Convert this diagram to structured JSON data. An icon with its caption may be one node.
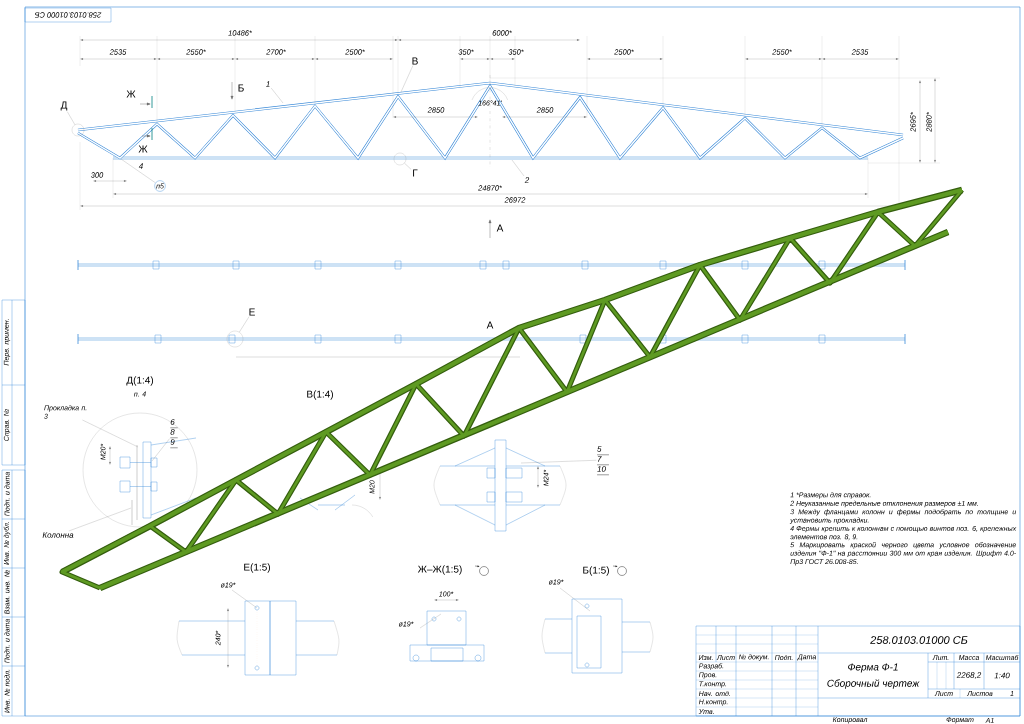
{
  "diagram": {
    "title": "Ферма Ф-1",
    "nodes": [
      {
        "text": [
          "Д"
        ]
      },
      {
        "text": [
          "В"
        ]
      },
      {
        "text": [
          "Г"
        ]
      },
      {
        "text": [
          "1"
        ]
      },
      {
        "text": [
          "2"
        ]
      },
      {
        "text": [
          "п5"
        ]
      },
      {
        "text": [
          "Е"
        ]
      },
      {
        "text": [
          "Прокладка п. 3"
        ]
      },
      {
        "text": [
          "Колонна"
        ]
      },
      {
        "text": [
          "6",
          "8",
          "9"
        ]
      },
      {
        "text": [
          "5",
          "7",
          "10"
        ]
      },
      {
        "text": [],
        "shape": "circle"
      },
      {
        "text": [],
        "shape": "circle"
      },
      {
        "text": [],
        "shape": "circle"
      }
    ],
    "edges": [
      {
        "from": 0,
        "to": 11,
        "arrow": "none"
      },
      {
        "from": 1,
        "to": null,
        "arrow": "none"
      },
      {
        "from": 2,
        "to": 12,
        "arrow": "none"
      },
      {
        "from": 3,
        "to": null,
        "arrow": "none"
      },
      {
        "from": 4,
        "to": null,
        "arrow": "none"
      },
      {
        "from": 5,
        "to": null,
        "arrow": "none"
      },
      {
        "from": 6,
        "to": 13,
        "arrow": "none"
      },
      {
        "from": 7,
        "to": null,
        "arrow": "none"
      },
      {
        "from": 8,
        "to": null,
        "arrow": "none"
      },
      {
        "from": 9,
        "to": null,
        "arrow": "none"
      },
      {
        "from": 10,
        "to": null,
        "arrow": "none"
      }
    ],
    "labels": [
      "258.0103.01000 СБ",
      "10486*",
      "6000*",
      "2535",
      "2550*",
      "2700*",
      "2500*",
      "350*",
      "350*",
      "2500*",
      "2550*",
      "2535",
      "Ж",
      "Б",
      "166°41'",
      "2850",
      "2850",
      "Ж",
      "4",
      "2695*",
      "2880*",
      "300",
      "24870*",
      "26972",
      "А",
      "А",
      "Д(1:4)",
      "п. 4",
      "В(1:4)",
      "M20*",
      "M20",
      "M24*",
      "Е(1:5)",
      "Ж–Ж(1:5)",
      "Б(1:5)",
      "ø19*",
      "ø19*",
      "100*",
      "240*",
      "ø19*",
      "1 *Размеры для справок.",
      "2 Неуказанные предельные отклонения размеров ±1 мм.",
      "3 Между фланцами колонн и фермы подобрать по толщине и установить прокладки.",
      "4 Фермы крепить к колоннам с помощью винтов поз. 6, крепежных элементов поз. 8, 9.",
      "5 Маркировать краской черного цвета условное обозначение изделия \"Ф-1\" на расстоянии 300 мм от края изделия. Шрифт 4.0-Пр3 ГОСТ 26.008-85.",
      "258.0103.01000 СБ",
      "Изм.",
      "Лист",
      "№ докум.",
      "Подп.",
      "Дата",
      "Разраб.",
      "Пров.",
      "Т.контр.",
      "Нач. отд.",
      "Н.контр.",
      "Утв.",
      "Сборочный чертеж",
      "Лит.",
      "Масса",
      "Масштаб",
      "2268,2",
      "1:40",
      "Лист",
      "Листов",
      "1",
      "Копировал",
      "Формат",
      "А1",
      "Перв. примен.",
      "Справ. №",
      "Подп. и дата",
      "Инв. № дубл.",
      "Взам. инв. №",
      "Подп. и дата",
      "Инв. № подл."
    ]
  }
}
